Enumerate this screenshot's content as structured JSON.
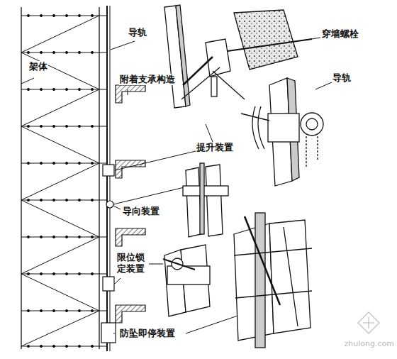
{
  "diagram": {
    "labels": [
      "架体",
      "导轨",
      "附着支承构造",
      "提升装置",
      "导向装置",
      "限位锁 定装置",
      "防坠即停装置",
      "穿墙螺栓",
      "导轨",
      "zhulong.com"
    ]
  }
}
